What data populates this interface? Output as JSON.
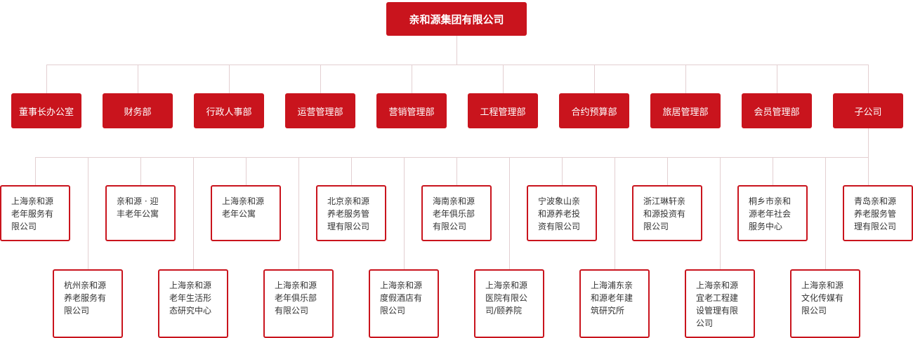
{
  "root": {
    "label": "亲和源集团有限公司"
  },
  "departments": [
    {
      "label": "董事长办公室"
    },
    {
      "label": "财务部"
    },
    {
      "label": "行政人事部"
    },
    {
      "label": "运营管理部"
    },
    {
      "label": "营销管理部"
    },
    {
      "label": "工程管理部"
    },
    {
      "label": "合约预算部"
    },
    {
      "label": "旅居管理部"
    },
    {
      "label": "会员管理部"
    },
    {
      "label": "子公司"
    }
  ],
  "subsidiaries_top": [
    {
      "label": "上海亲和源\n老年服务有\n限公司"
    },
    {
      "label": "亲和源 · 迎\n丰老年公寓"
    },
    {
      "label": "上海亲和源\n老年公寓"
    },
    {
      "label": "北京亲和源\n养老服务管\n理有限公司"
    },
    {
      "label": "海南亲和源\n老年俱乐部\n有限公司"
    },
    {
      "label": "宁波象山亲\n和源养老投\n资有限公司"
    },
    {
      "label": "浙江琳轩亲\n和源投资有\n限公司"
    },
    {
      "label": "桐乡市亲和\n源老年社会\n服务中心"
    },
    {
      "label": "青岛亲和源\n养老服务管\n理有限公司"
    }
  ],
  "subsidiaries_bottom": [
    {
      "label": "杭州亲和源\n养老服务有\n限公司"
    },
    {
      "label": "上海亲和源\n老年生活形\n态研究中心"
    },
    {
      "label": "上海亲和源\n老年俱乐部\n有限公司"
    },
    {
      "label": "上海亲和源\n度假酒店有\n限公司"
    },
    {
      "label": "上海亲和源\n医院有限公\n司/颐养院"
    },
    {
      "label": "上海浦东亲\n和源老年建\n筑研究所"
    },
    {
      "label": "上海亲和源\n宜老工程建\n设管理有限\n公司"
    },
    {
      "label": "上海亲和源\n文化传媒有\n限公司"
    }
  ],
  "colors": {
    "accent": "#c9141d",
    "connector": "#e3cfd1"
  }
}
